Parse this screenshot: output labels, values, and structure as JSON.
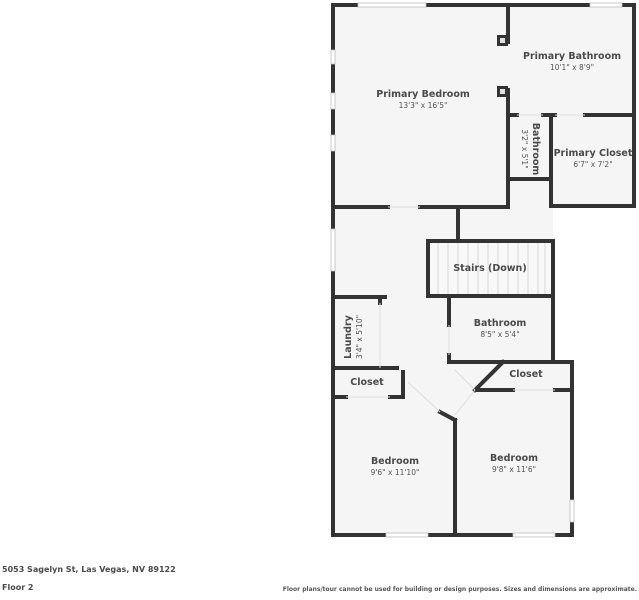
{
  "colors": {
    "wall": "#333333",
    "floor": "#f5f5f5",
    "text": "#4a4a4a",
    "window": "#ffffff",
    "background": "#ffffff"
  },
  "rooms": [
    {
      "name": "Primary Bedroom",
      "dimensions": "13'3\" x 16'5\""
    },
    {
      "name": "Primary Bathroom",
      "dimensions": "10'1\" x 8'9\""
    },
    {
      "name": "Bathroom",
      "dimensions": "3'2\" x 5'1\""
    },
    {
      "name": "Primary Closet",
      "dimensions": "6'7\" x 7'2\""
    },
    {
      "name": "Stairs (Down)",
      "dimensions": ""
    },
    {
      "name": "Laundry",
      "dimensions": "3'4\" x 5'10\""
    },
    {
      "name": "Bathroom",
      "dimensions": "8'5\" x 5'4\""
    },
    {
      "name": "Closet",
      "dimensions": ""
    },
    {
      "name": "Closet",
      "dimensions": ""
    },
    {
      "name": "Bedroom",
      "dimensions": "9'6\" x 11'10\""
    },
    {
      "name": "Bedroom",
      "dimensions": "9'8\" x 11'6\""
    }
  ],
  "footer": {
    "address": "5053 Sagelyn St, Las Vegas, NV 89122",
    "floor": "Floor 2",
    "disclaimer": "Floor plans/tour cannot be used for building or design purposes. Sizes and dimensions are approximate."
  }
}
